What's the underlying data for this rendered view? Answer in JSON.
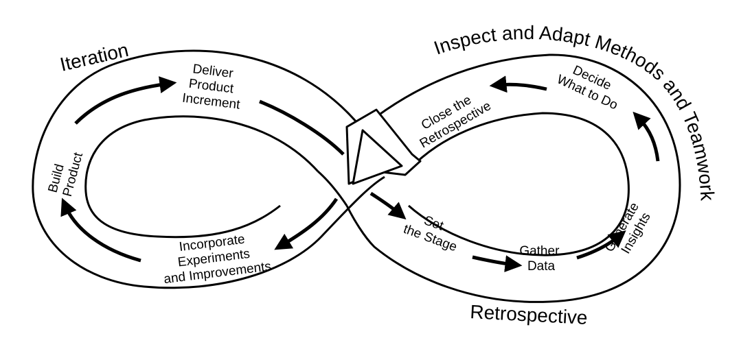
{
  "loops": {
    "left_label": "Iteration",
    "right_top_label": "Inspect and Adapt Methods and Teamwork",
    "right_bottom_label": "Retrospective"
  },
  "steps": {
    "build_product": [
      "Build",
      "Product"
    ],
    "deliver_increment": [
      "Deliver",
      "Product",
      "Increment"
    ],
    "incorporate": [
      "Incorporate",
      "Experiments",
      "and Improvements"
    ],
    "set_stage": [
      "Set",
      "the Stage"
    ],
    "gather_data": [
      "Gather",
      "Data"
    ],
    "generate_insights": [
      "Generate",
      "Insights"
    ],
    "decide": [
      "Decide",
      "What to Do"
    ],
    "close_retro": [
      "Close the",
      "Retrospective"
    ]
  },
  "colors": {
    "ink": "#000000",
    "paper": "#ffffff"
  }
}
